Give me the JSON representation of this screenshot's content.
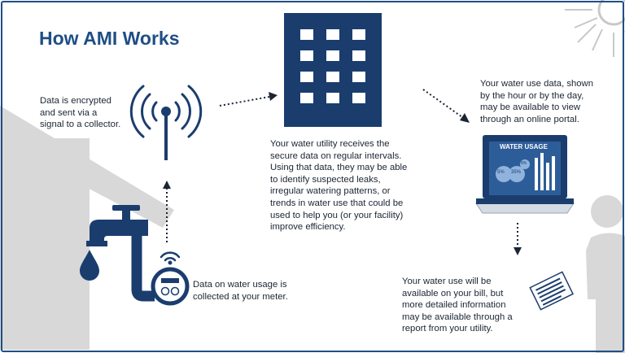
{
  "title": "How AMI Works",
  "steps": {
    "signal": {
      "lines": [
        "Data is encrypted",
        "and sent via a",
        "signal to a collector."
      ]
    },
    "meter": {
      "lines": [
        "Data on water usage is",
        "collected at your meter."
      ]
    },
    "utility": {
      "lines": [
        "Your water utility receives the",
        "secure data on regular intervals.",
        "Using that data, they may be able",
        "to identify suspected leaks,",
        "irregular watering patterns, or",
        "trends in water use that could be",
        "used to help you (or your facility)",
        "improve efficiency."
      ]
    },
    "portal": {
      "lines": [
        "Your water use data, shown",
        "by the hour or by the day,",
        "may be available to view",
        "through an online portal."
      ]
    },
    "bill": {
      "lines": [
        "Your water use will be",
        "available on your bill, but",
        "more detailed information",
        "may be available through a",
        "report from your utility."
      ]
    }
  },
  "laptop_screen": {
    "heading": "WATER USAGE",
    "labels": [
      "5%",
      "35%",
      "8%"
    ]
  },
  "colors": {
    "brand_blue": "#1f4e85",
    "navy": "#1a3d6e",
    "light_blue": "#8fb3dd",
    "gray": "#d7d7d7",
    "text": "#1b2533"
  },
  "icons": [
    "sun-icon",
    "house-silhouette",
    "signal-tower-icon",
    "office-building-icon",
    "faucet-icon",
    "water-drop-icon",
    "water-meter-icon",
    "laptop-icon",
    "person-silhouette",
    "bill-report-icon"
  ]
}
